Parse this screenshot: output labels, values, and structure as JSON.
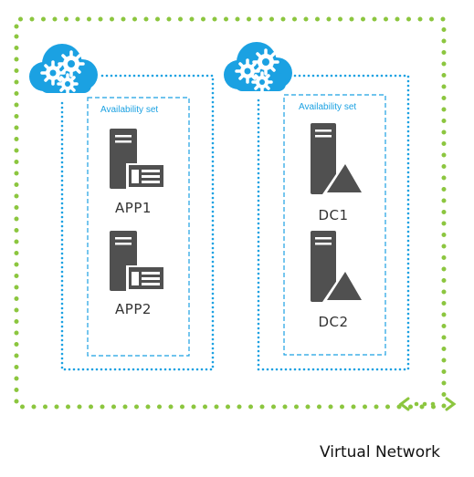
{
  "diagram": {
    "virtual_network": {
      "label": "Virtual Network",
      "border_color": "#8cc63f"
    },
    "cloud_services": [
      {
        "availability_set_label": "Availability set",
        "servers": [
          {
            "label": "APP1",
            "icon": "app-server-icon"
          },
          {
            "label": "APP2",
            "icon": "app-server-icon"
          }
        ]
      },
      {
        "availability_set_label": "Availability set",
        "servers": [
          {
            "label": "DC1",
            "icon": "domain-controller-icon"
          },
          {
            "label": "DC2",
            "icon": "domain-controller-icon"
          }
        ]
      }
    ],
    "colors": {
      "cloud": "#1ba1e2",
      "service_border": "#1ba1e2",
      "server": "#505050",
      "vnet_border": "#8cc63f"
    }
  }
}
